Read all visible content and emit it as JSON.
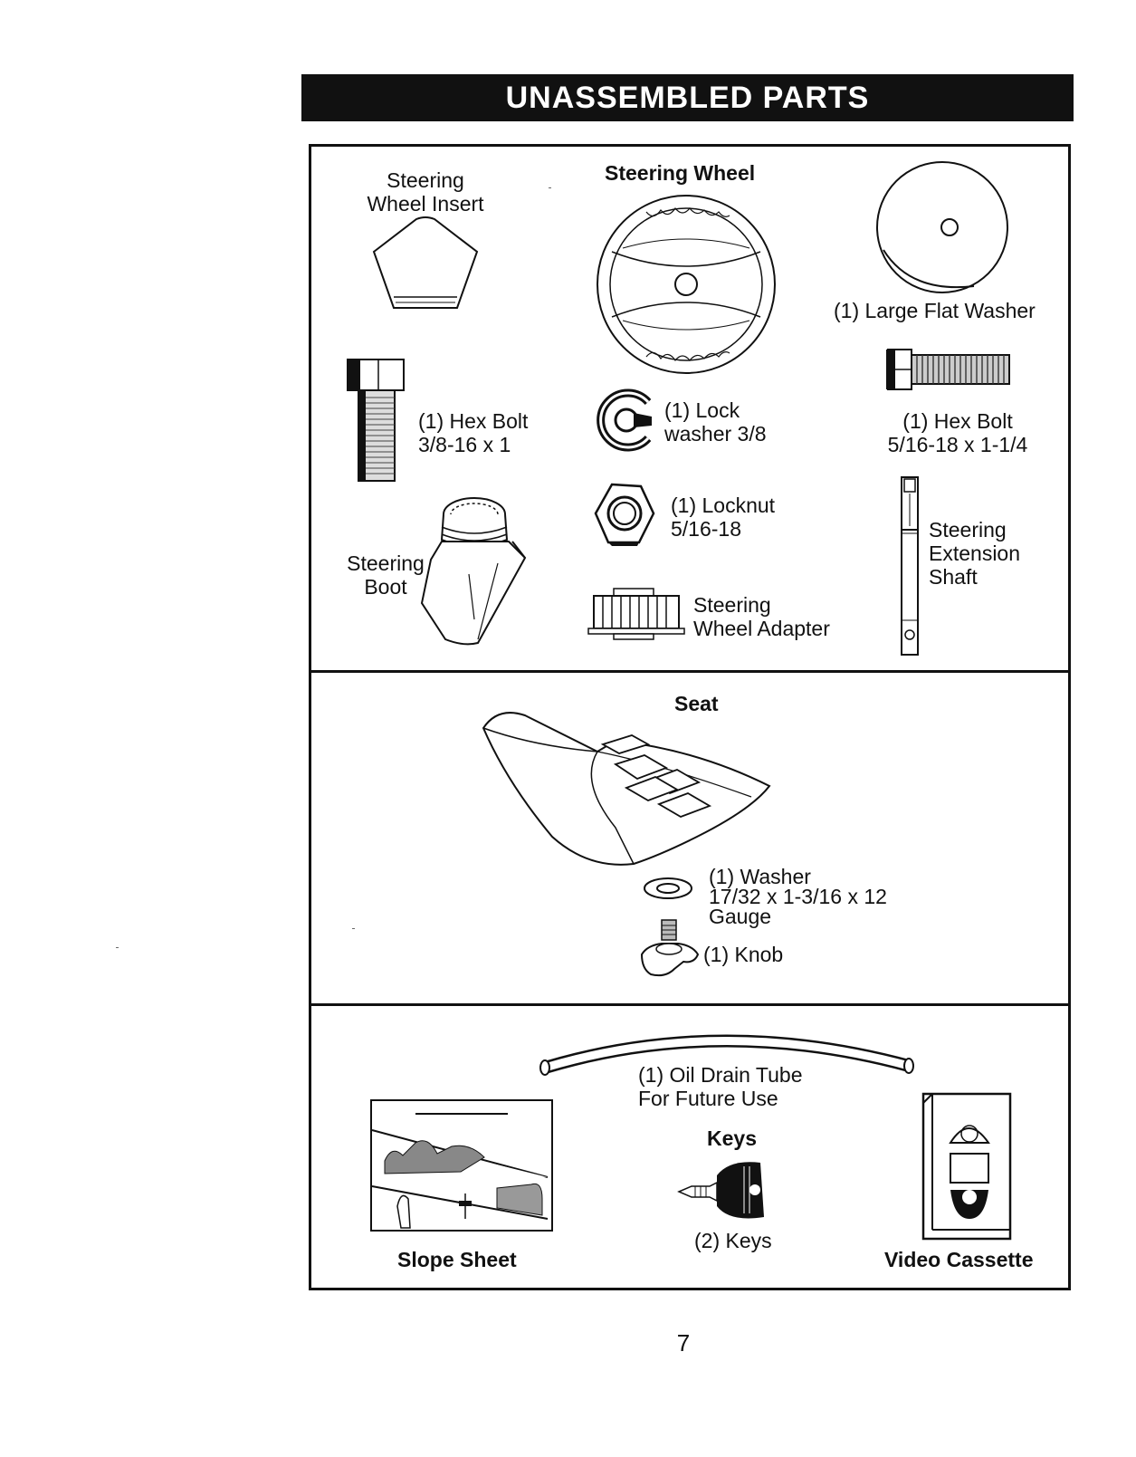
{
  "page": {
    "title": "UNASSEMBLED PARTS",
    "page_number": "7"
  },
  "section_steering": {
    "steering_wheel_insert": "Steering\nWheel Insert",
    "steering_wheel": "Steering Wheel",
    "large_flat_washer": "(1) Large Flat Washer",
    "hex_bolt_3_8": "(1) Hex Bolt\n3/8-16 x 1",
    "lock_washer": "(1) Lock\nwasher  3/8",
    "hex_bolt_5_16": "(1) Hex Bolt\n5/16-18 x 1-1/4",
    "locknut": "(1) Locknut\n5/16-18",
    "steering_extension_shaft": "Steering\nExtension\nShaft",
    "steering_boot": "Steering\nBoot",
    "steering_wheel_adapter": "Steering\nWheel Adapter"
  },
  "section_seat": {
    "seat": "Seat",
    "washer": "(1) Washer\n17/32 x 1-3/16 x 12\nGauge",
    "knob": "(1) Knob"
  },
  "section_misc": {
    "oil_drain_tube": "(1) Oil Drain Tube\nFor Future Use",
    "keys_heading": "Keys",
    "keys_count": "(2) Keys",
    "slope_sheet": "Slope Sheet",
    "video_cassette": "Video Cassette"
  }
}
